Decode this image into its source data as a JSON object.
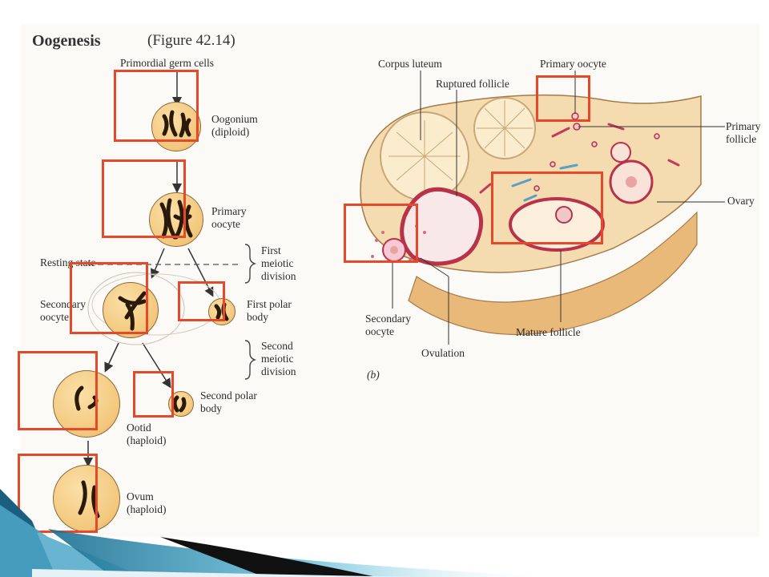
{
  "header": {
    "title": "Oogenesis",
    "figure_ref": "(Figure 42.14)"
  },
  "left_labels": {
    "primordial": "Primordial germ cells",
    "oogonium": "Oogonium\n(diploid)",
    "primary_oocyte": "Primary\noocyte",
    "resting_state": "Resting state",
    "first_meiotic": "First\nmeiotic\ndivision",
    "secondary_oocyte": "Secondary\noocyte",
    "first_polar": "First polar\nbody",
    "second_meiotic": "Second\nmeiotic\ndivision",
    "second_polar": "Second polar\nbody",
    "ootid": "Ootid\n(haploid)",
    "ovum": "Ovum\n(haploid)"
  },
  "right_labels": {
    "corpus_luteum": "Corpus luteum",
    "ruptured_follicle": "Ruptured follicle",
    "primary_oocyte": "Primary oocyte",
    "primary_follicle": "Primary\nfollicle",
    "ovary": "Ovary",
    "secondary_oocyte": "Secondary\noocyte",
    "ovulation": "Ovulation",
    "mature_follicle": "Mature follicle",
    "panel_b": "(b)"
  },
  "colors": {
    "marker": "#e8482a",
    "cell_fill": "#f3c77c",
    "tissue": "#f6e3bd",
    "follicle_red": "#b8324a",
    "slide_teal": "#2a8fb0"
  }
}
